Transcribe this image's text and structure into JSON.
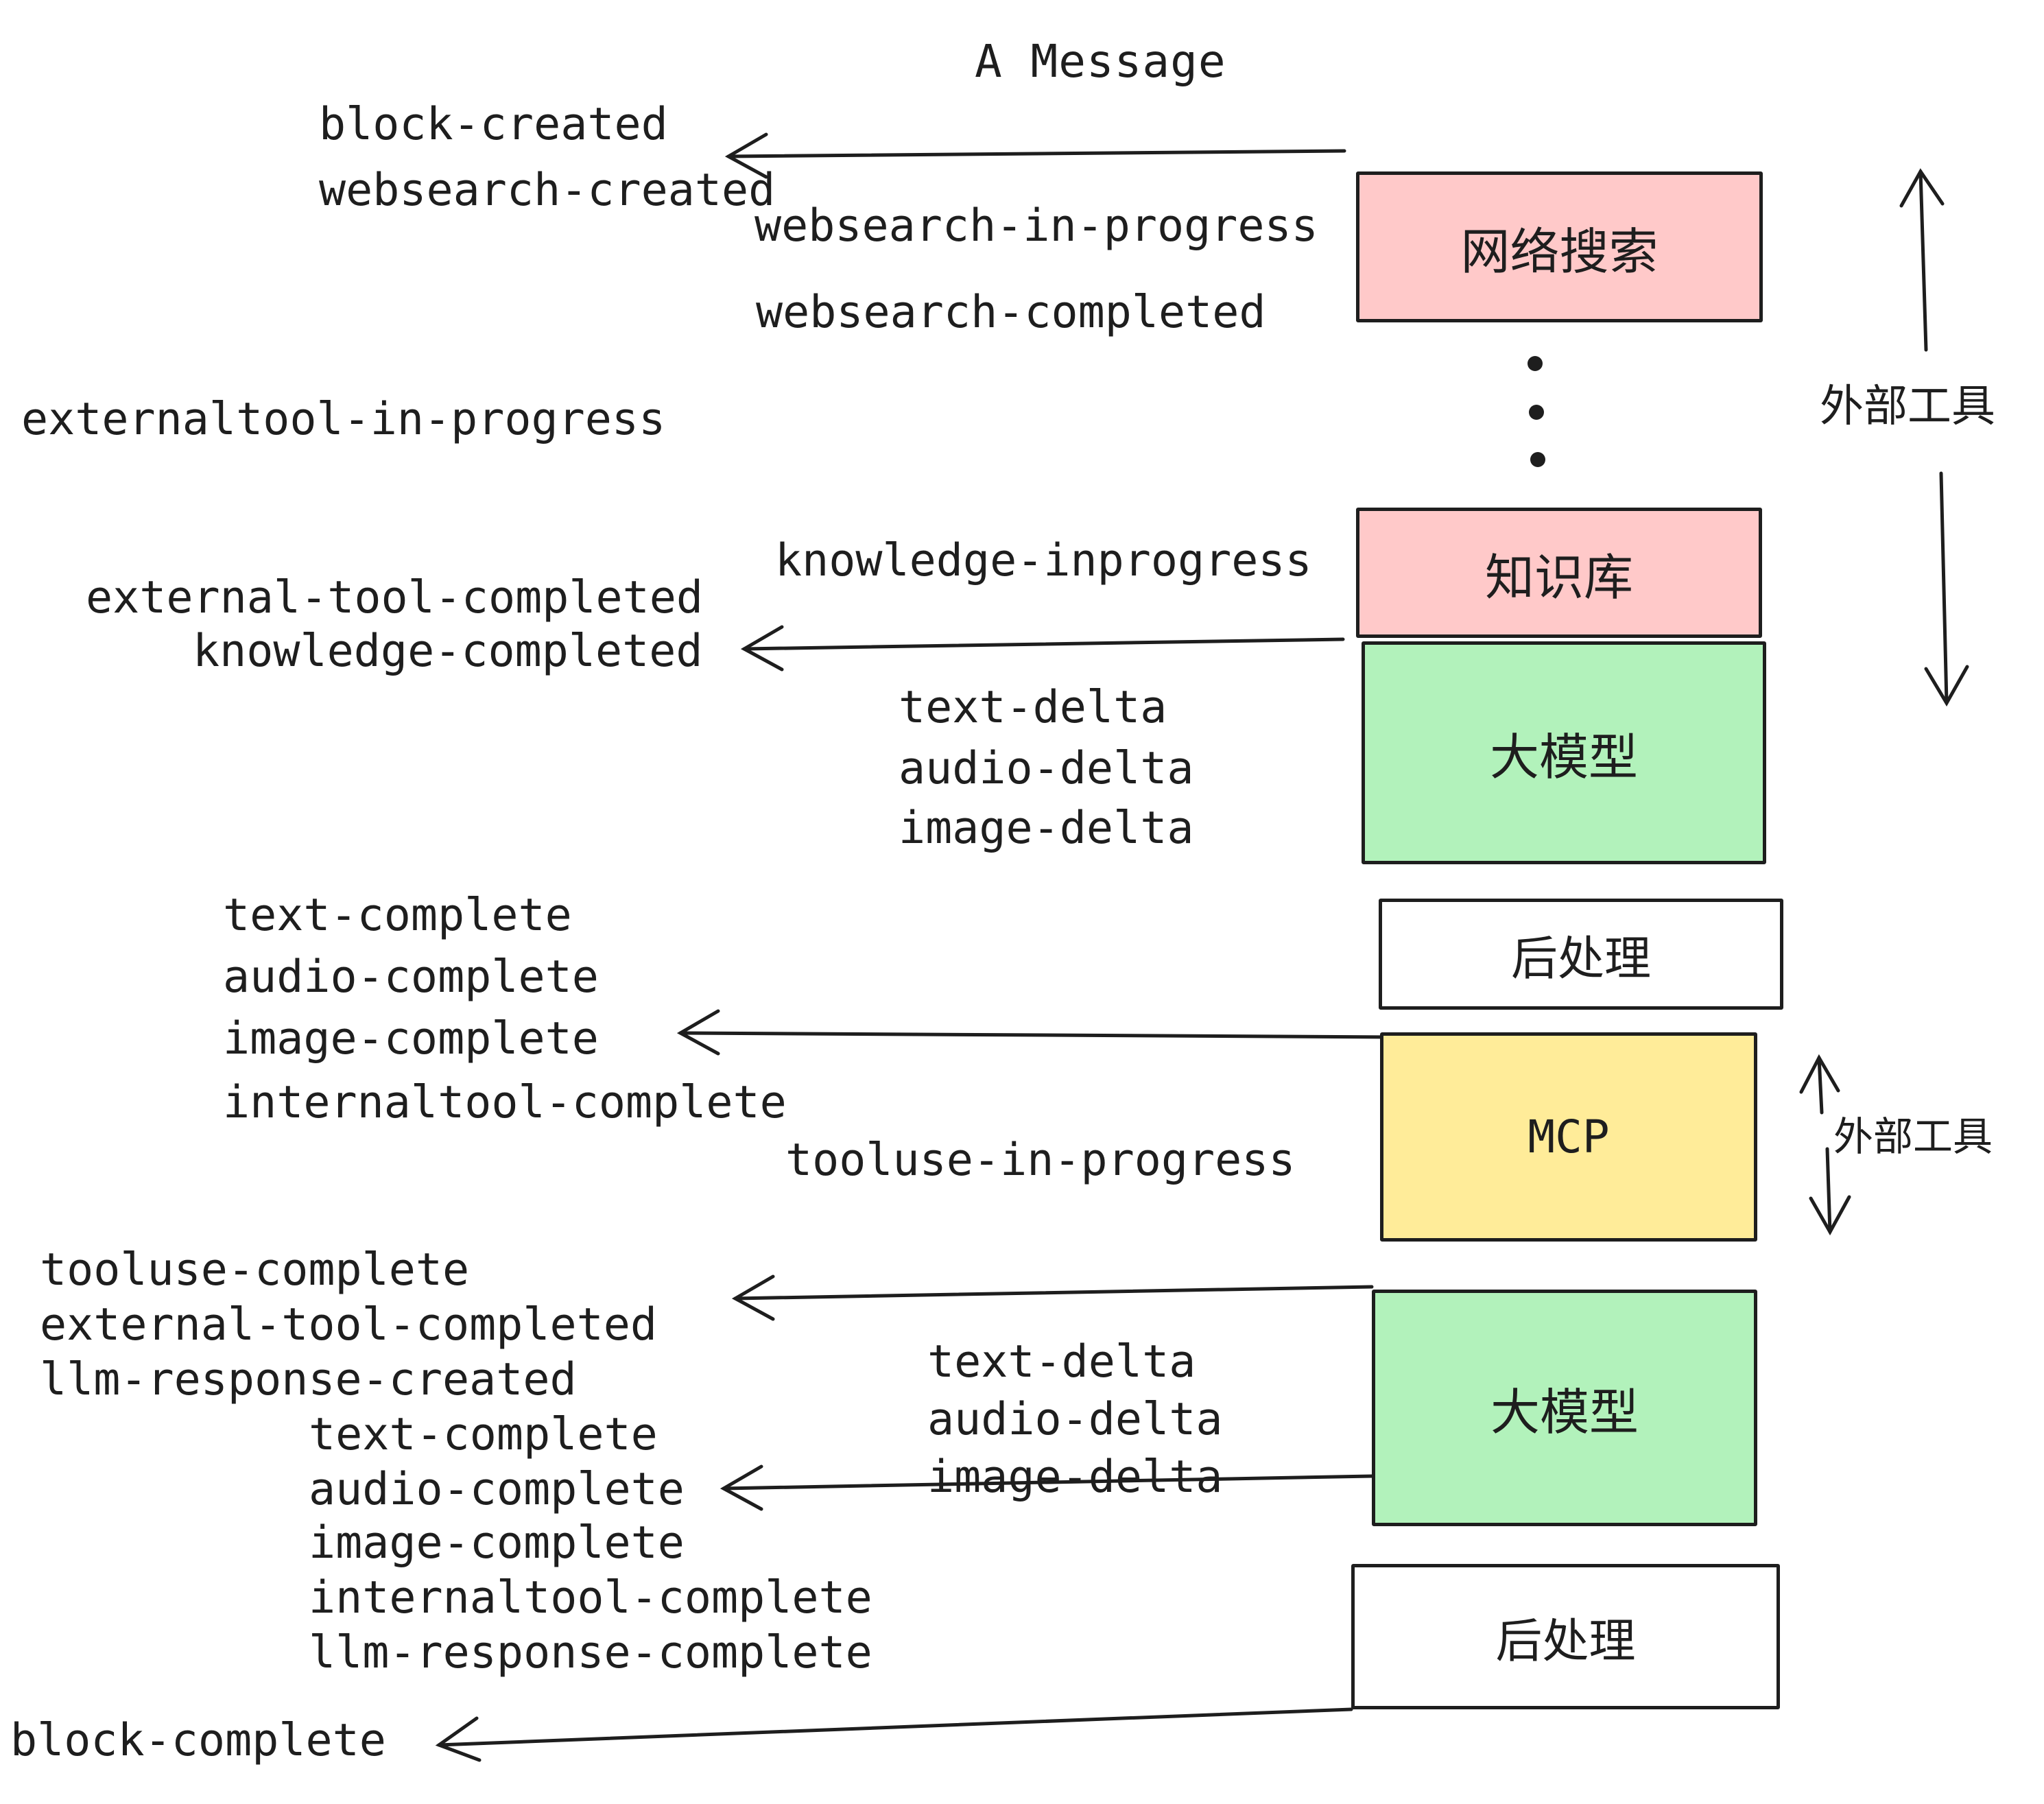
{
  "title": "A Message",
  "colors": {
    "pink": "#ffc9c9",
    "green": "#b2f2bb",
    "yellow": "#ffec99",
    "white": "#ffffff",
    "stroke": "#1e1e1e"
  },
  "boxes": {
    "websearch": "网络搜索",
    "knowledge": "知识库",
    "llm1": "大模型",
    "post1": "后处理",
    "mcp": "MCP",
    "llm2": "大模型",
    "post2": "后处理"
  },
  "side_labels": {
    "external_tools_top": "外部工具",
    "external_tools_bottom": "外部工具"
  },
  "events": {
    "block_created": "block-created",
    "websearch_created": "websearch-created",
    "websearch_in_progress": "websearch-in-progress",
    "websearch_completed": "websearch-completed",
    "externaltool_in_progress": "externaltool-in-progress",
    "knowledge_inprogress": "knowledge-inprogress",
    "external_tool_completed_1": "external-tool-completed",
    "knowledge_completed": "knowledge-completed",
    "text_delta_1": "text-delta",
    "audio_delta_1": "audio-delta",
    "image_delta_1": "image-delta",
    "text_complete_1": "text-complete",
    "audio_complete_1": "audio-complete",
    "image_complete_1": "image-complete",
    "internaltool_complete_1": "internaltool-complete",
    "tooluse_in_progress": "tooluse-in-progress",
    "tooluse_complete": "tooluse-complete",
    "external_tool_completed_2": "external-tool-completed",
    "llm_response_created": "llm-response-created",
    "text_delta_2": "text-delta",
    "audio_delta_2": "audio-delta",
    "image_delta_2": "image-delta",
    "text_complete_2": "text-complete",
    "audio_complete_2": "audio-complete",
    "image_complete_2": "image-complete",
    "internaltool_complete_2": "internaltool-complete",
    "llm_response_complete": "llm-response-complete",
    "block_complete": "block-complete"
  }
}
